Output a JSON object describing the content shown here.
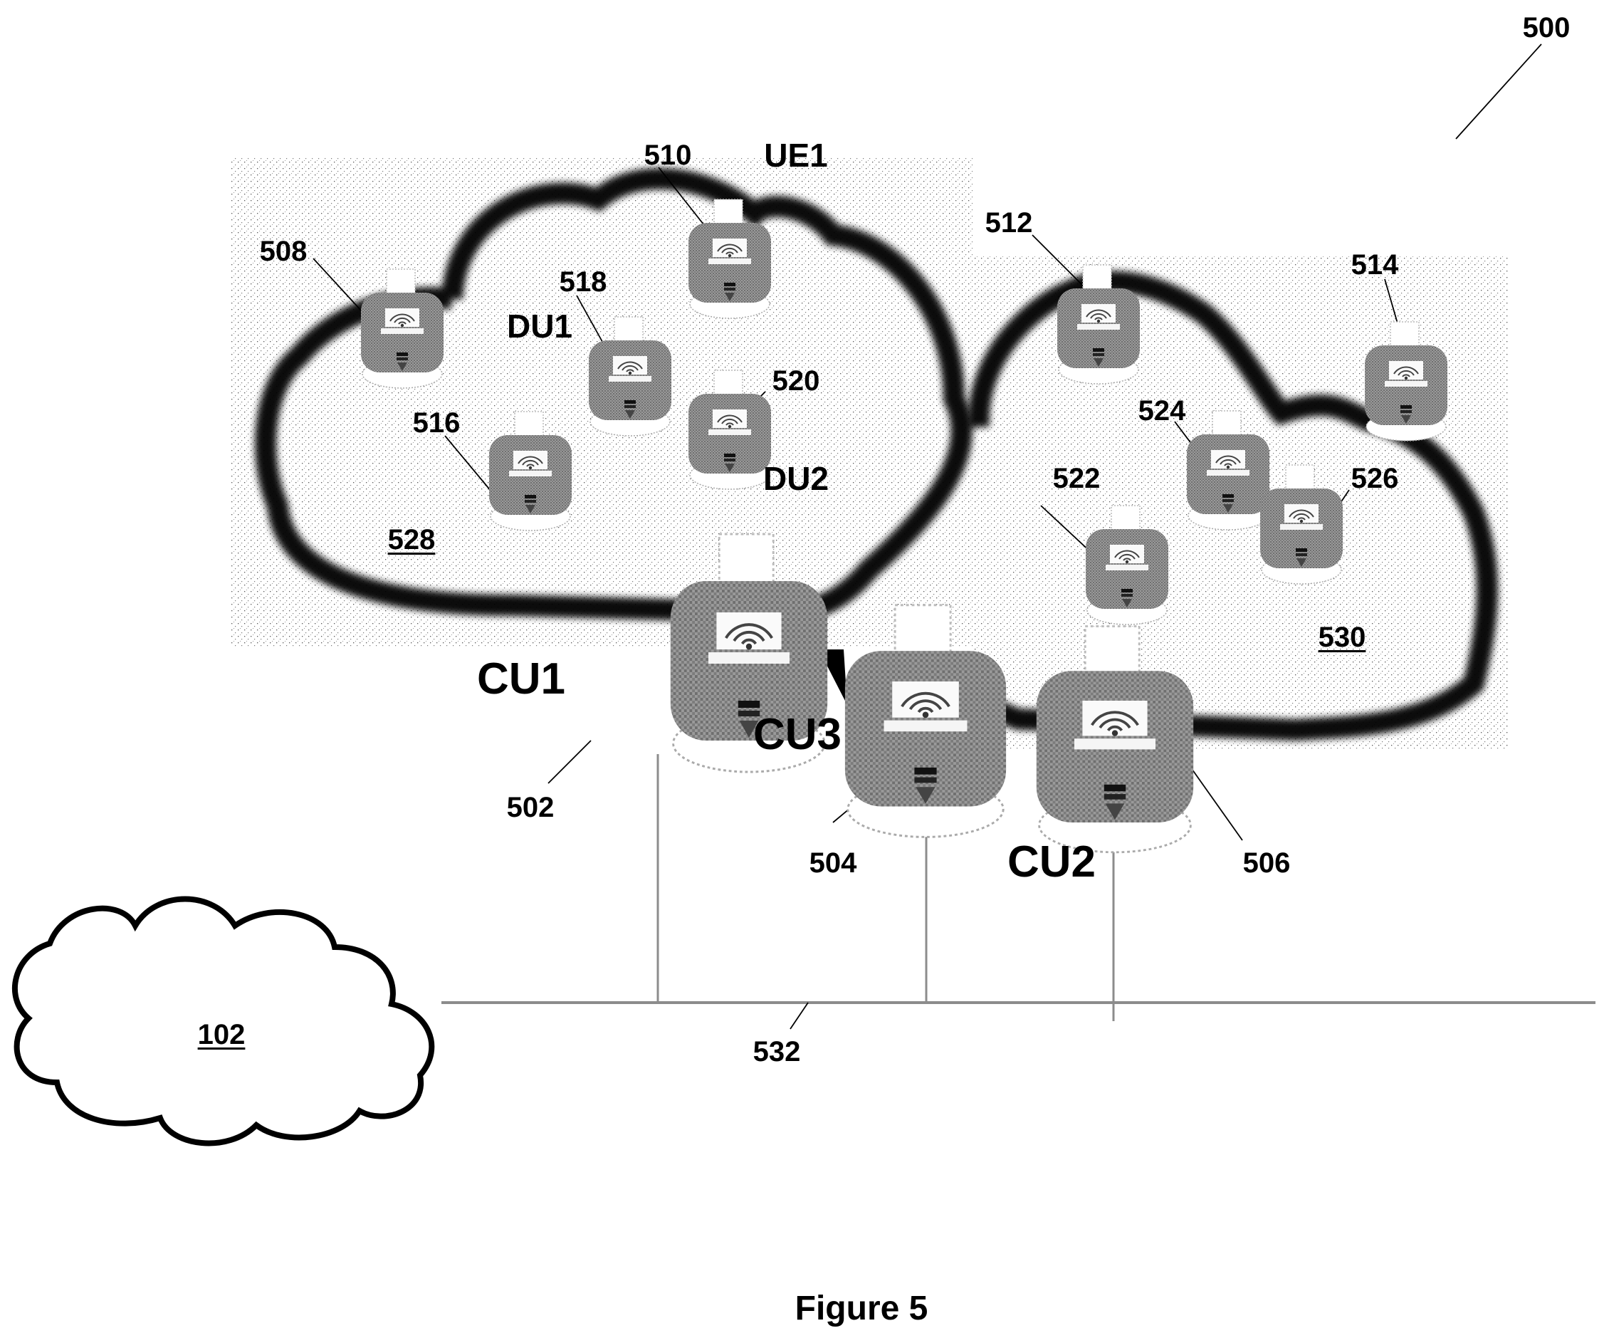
{
  "figure": {
    "caption": "Figure 5",
    "reference_number": "500"
  },
  "regions": [
    {
      "id": "528",
      "label": "528",
      "kind": "coverage-cloud"
    },
    {
      "id": "530",
      "label": "530",
      "kind": "coverage-cloud"
    }
  ],
  "external_network": {
    "label": "102"
  },
  "bus": {
    "label": "532"
  },
  "central_units": [
    {
      "name": "CU1",
      "ref": "502"
    },
    {
      "name": "CU3",
      "ref": "504"
    },
    {
      "name": "CU2",
      "ref": "506"
    }
  ],
  "nodes": [
    {
      "ref": "508",
      "role": ""
    },
    {
      "ref": "510",
      "role": "UE1"
    },
    {
      "ref": "518",
      "role": "DU1"
    },
    {
      "ref": "520",
      "role": "DU2"
    },
    {
      "ref": "516",
      "role": ""
    },
    {
      "ref": "512",
      "role": ""
    },
    {
      "ref": "514",
      "role": ""
    },
    {
      "ref": "524",
      "role": ""
    },
    {
      "ref": "526",
      "role": ""
    },
    {
      "ref": "522",
      "role": ""
    }
  ],
  "device_icon": "wireless-access-point-icon",
  "colors": {
    "device_body": "#8a8a8a",
    "device_panel": "#ffffff",
    "cloud_outline": "#000000",
    "stipple_background": "#f2f2f2",
    "bus_line": "#9a9a9a"
  }
}
